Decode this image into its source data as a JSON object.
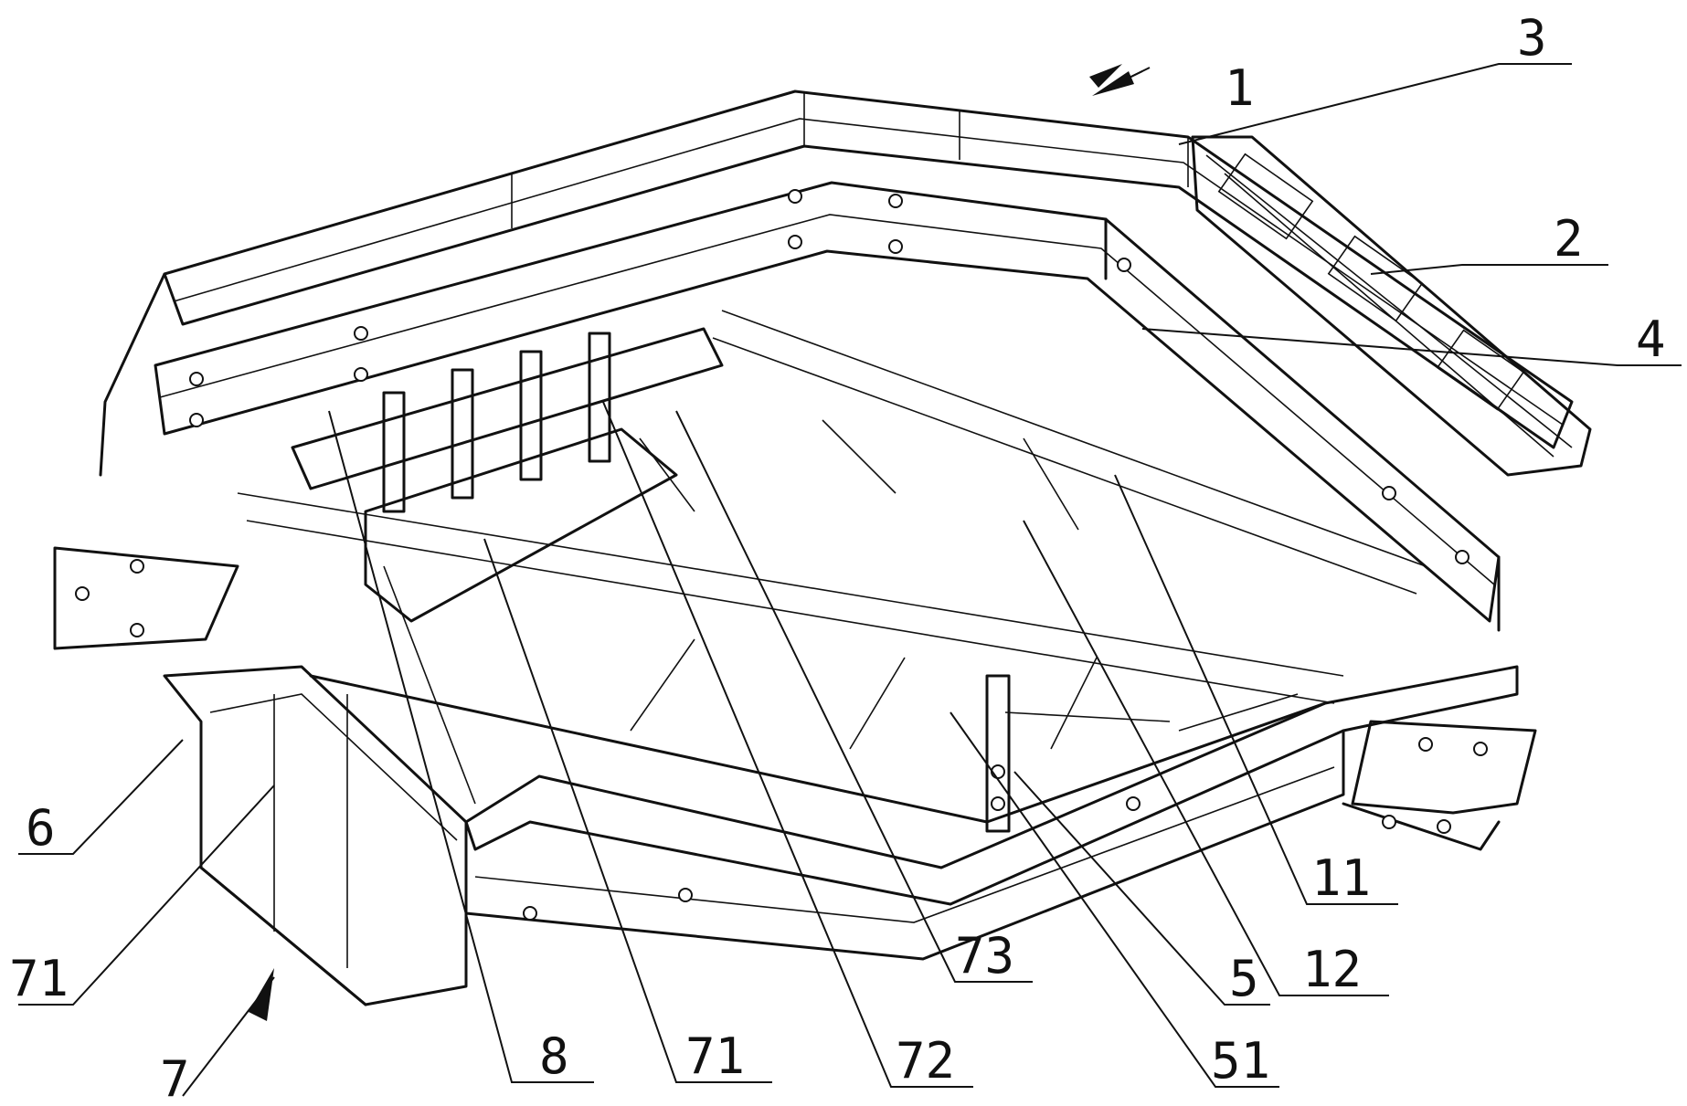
{
  "figure": {
    "background": "#ffffff",
    "line_color": "#111111",
    "callouts": [
      {
        "id": "c1",
        "text": "1"
      },
      {
        "id": "c3",
        "text": "3"
      },
      {
        "id": "c2",
        "text": "2"
      },
      {
        "id": "c4",
        "text": "4"
      },
      {
        "id": "c11",
        "text": "11"
      },
      {
        "id": "c12",
        "text": "12"
      },
      {
        "id": "c5",
        "text": "5"
      },
      {
        "id": "c51",
        "text": "51"
      },
      {
        "id": "c73",
        "text": "73"
      },
      {
        "id": "c72",
        "text": "72"
      },
      {
        "id": "c71b",
        "text": "71"
      },
      {
        "id": "c8",
        "text": "8"
      },
      {
        "id": "c6",
        "text": "6"
      },
      {
        "id": "c71a",
        "text": "71"
      },
      {
        "id": "c7",
        "text": "7"
      }
    ]
  }
}
